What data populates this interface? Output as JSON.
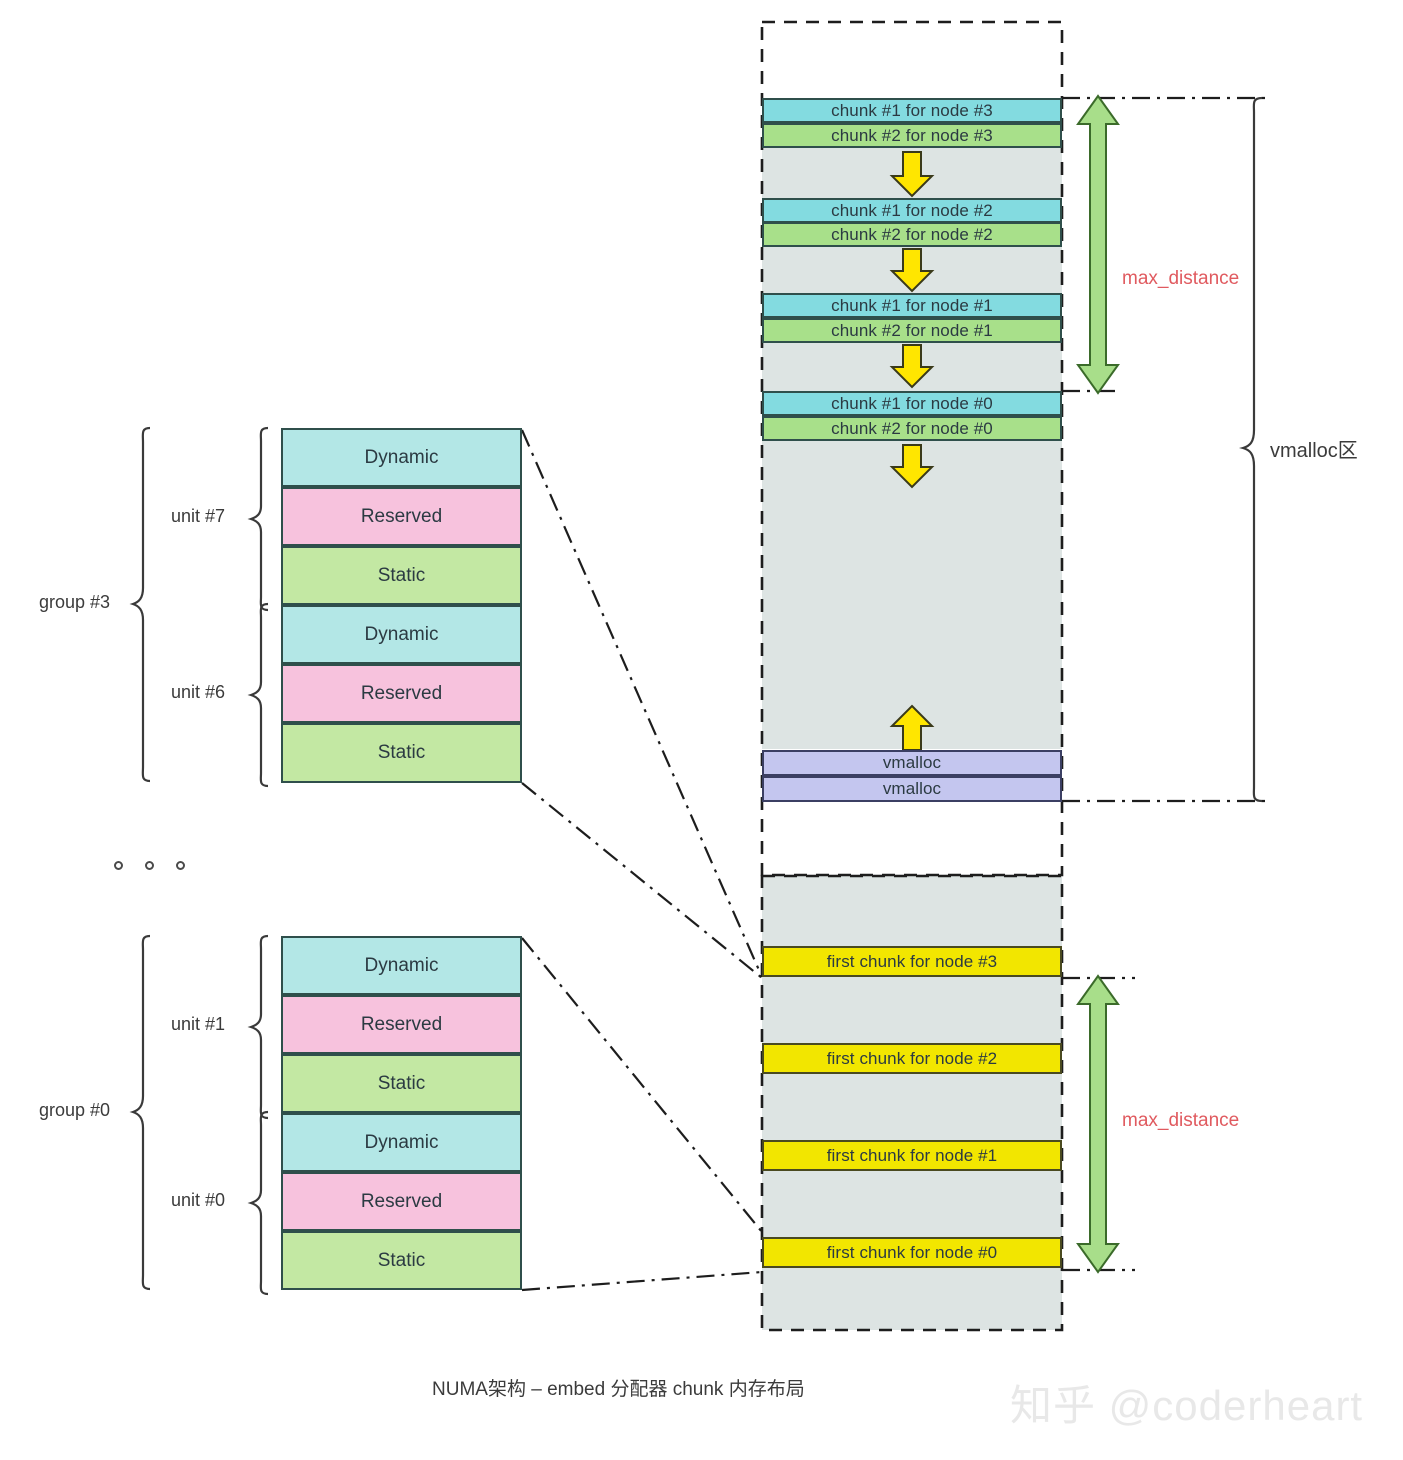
{
  "caption": "NUMA架构 – embed 分配器  chunk 内存布局",
  "watermark": "知乎 @coderheart",
  "colors": {
    "dynamic": "#b3e7e6",
    "reserved": "#f7c2dd",
    "static": "#c3e8a3",
    "chunk1": "#83dbe0",
    "chunk2": "#a8e08a",
    "vmalloc": "#c4c6ef",
    "first_chunk": "#f2e600",
    "free_space": "#dde4e3",
    "accent_red": "#e05a5f",
    "arrow_yellow": "#ffe600",
    "arrow_green": "#a8de8a",
    "stroke": "#2f4f4b"
  },
  "left": {
    "groups": [
      {
        "label": "group #3",
        "units": [
          {
            "label": "unit #7",
            "slots": [
              "Dynamic",
              "Reserved",
              "Static"
            ]
          },
          {
            "label": "unit #6",
            "slots": [
              "Dynamic",
              "Reserved",
              "Static"
            ]
          }
        ]
      },
      {
        "label": "group #0",
        "units": [
          {
            "label": "unit #1",
            "slots": [
              "Dynamic",
              "Reserved",
              "Static"
            ]
          },
          {
            "label": "unit #0",
            "slots": [
              "Dynamic",
              "Reserved",
              "Static"
            ]
          }
        ]
      }
    ],
    "ellipsis": "3 dots"
  },
  "right": {
    "top_region": {
      "chunk_pairs": [
        {
          "chunk1": "chunk #1 for node #3",
          "chunk2": "chunk #2 for node #3"
        },
        {
          "chunk1": "chunk #1 for node #2",
          "chunk2": "chunk #2 for node #2"
        },
        {
          "chunk1": "chunk #1 for node #1",
          "chunk2": "chunk #2 for node #1"
        },
        {
          "chunk1": "chunk #1 for node #0",
          "chunk2": "chunk #2 for node #0"
        }
      ],
      "vmalloc_bands": [
        "vmalloc",
        "vmalloc"
      ],
      "max_distance_label": "max_distance"
    },
    "bottom_region": {
      "first_chunks": [
        "first chunk for node #3",
        "first chunk for node #2",
        "first chunk for node #1",
        "first chunk for node #0"
      ],
      "max_distance_label": "max_distance"
    },
    "vmalloc_region_label": "vmalloc区"
  },
  "icons": {
    "down_arrow": "down-arrow-icon",
    "up_arrow": "up-arrow-icon",
    "double_arrow": "double-headed-arrow-icon",
    "brace": "curly-brace-icon"
  }
}
